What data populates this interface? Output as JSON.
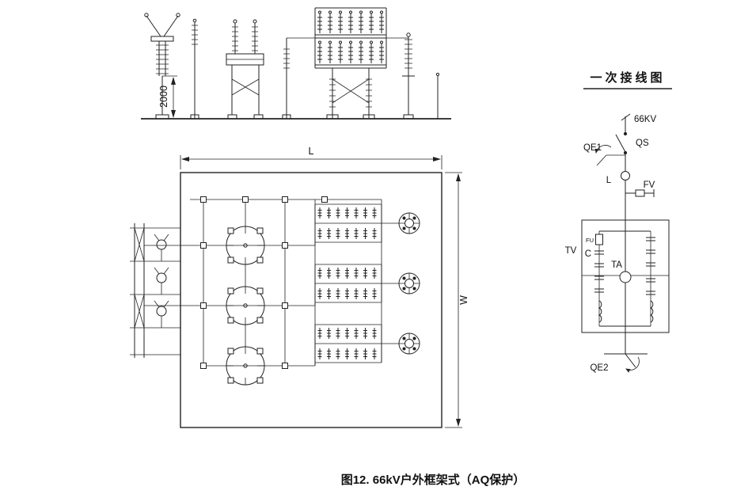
{
  "caption": "图12. 66kV户外框架式（AQ保护）",
  "elevation": {
    "dim_height": "2000"
  },
  "plan": {
    "dim_length": "L",
    "dim_width": "W"
  },
  "schematic": {
    "title": "一次接线图",
    "labels": {
      "voltage": "66KV",
      "disconnector": "QS",
      "earth_switch_1": "QE1",
      "reactor": "L",
      "arrester": "FV",
      "voltage_transformer": "TV",
      "capacitor": "C",
      "fuse": "FU",
      "current_transformer": "TA",
      "earth_switch_2": "QE2"
    }
  }
}
